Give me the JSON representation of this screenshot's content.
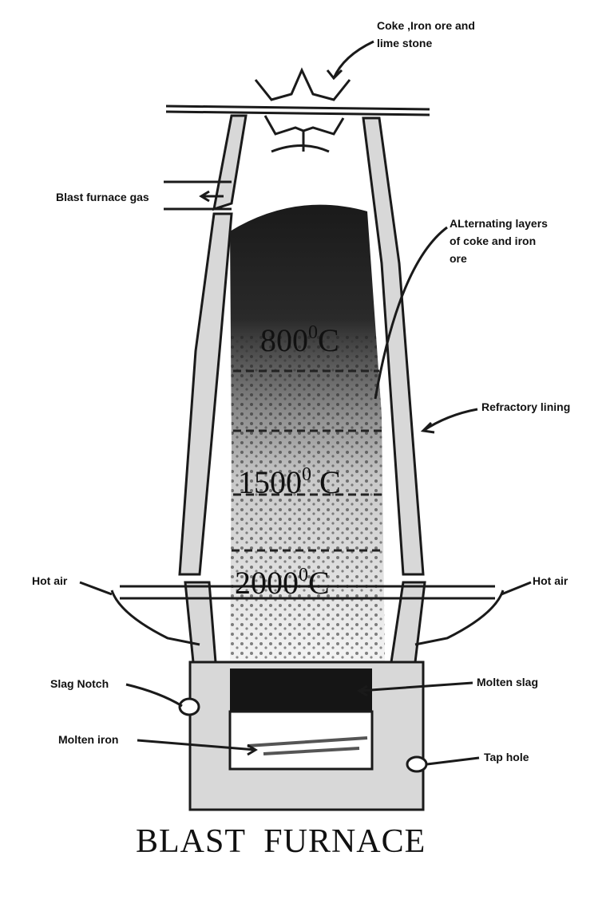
{
  "title": "BLAST  FURNACE",
  "labels": {
    "charge_line1": "Coke ,Iron ore and",
    "charge_line2": "lime stone",
    "furnace_gas": "Blast furnace gas",
    "layers_line1": "ALternating layers",
    "layers_line2": "of coke and iron",
    "layers_line3": "ore",
    "refractory": "Refractory lining",
    "hot_air_left": "Hot air",
    "hot_air_right": "Hot air",
    "slag_notch": "Slag Notch",
    "molten_slag": "Molten slag",
    "molten_iron": "Molten iron",
    "tap_hole": "Tap hole"
  },
  "temperatures": {
    "t1": {
      "value": "800",
      "sup": "0",
      "unit": "C"
    },
    "t2": {
      "value": "1500",
      "sup": "0",
      "unit": " C"
    },
    "t3": {
      "value": "2000",
      "sup": "0",
      "unit": "C"
    }
  }
}
